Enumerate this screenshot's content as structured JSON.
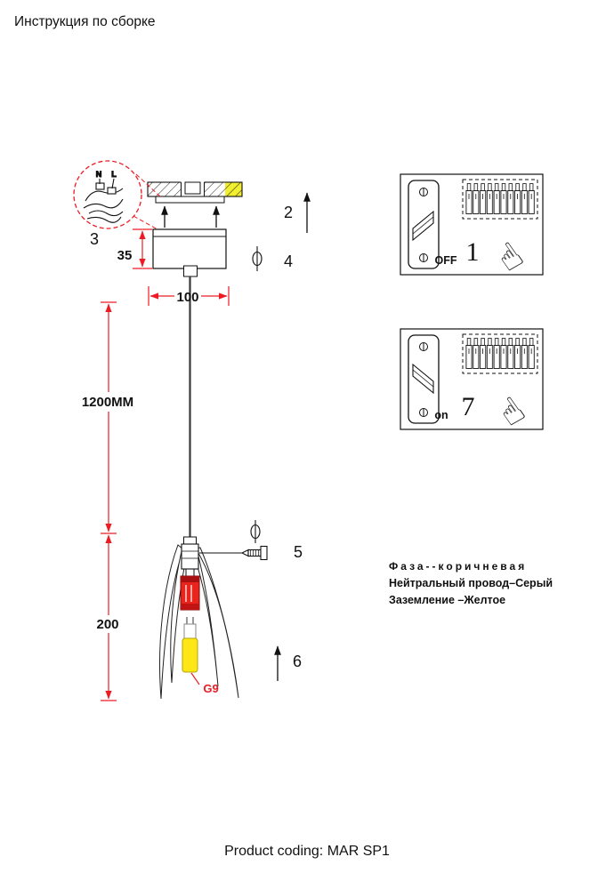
{
  "page": {
    "title": "Инструкция по сборке",
    "product_coding": "Product coding: MAR SP1"
  },
  "diagram": {
    "detail_circle": {
      "wire_n": "N",
      "wire_l": "L"
    },
    "steps": {
      "step2": "2",
      "step3": "3",
      "step4": "4",
      "step5": "5",
      "step6": "6"
    },
    "dimensions": {
      "canopy_height": "35",
      "canopy_width": "100",
      "cable_length": "1200MM",
      "shade_height": "200"
    },
    "bulb_type": "G9"
  },
  "panels": [
    {
      "step": "1",
      "switch_state": "OFF"
    },
    {
      "step": "7",
      "switch_state": "on"
    }
  ],
  "wire_legend": {
    "phase": "Фаза--коричневая",
    "neutral": "Нейтральный провод–Серый",
    "ground": "Заземление –Желтое"
  },
  "icons": {
    "pointing_hand": "☝"
  },
  "colors": {
    "dimension_red": "#ed1c24",
    "socket_red": "#e8241d",
    "bulb_yellow": "#ffe616",
    "ceiling_highlight": "#f2ee30"
  }
}
